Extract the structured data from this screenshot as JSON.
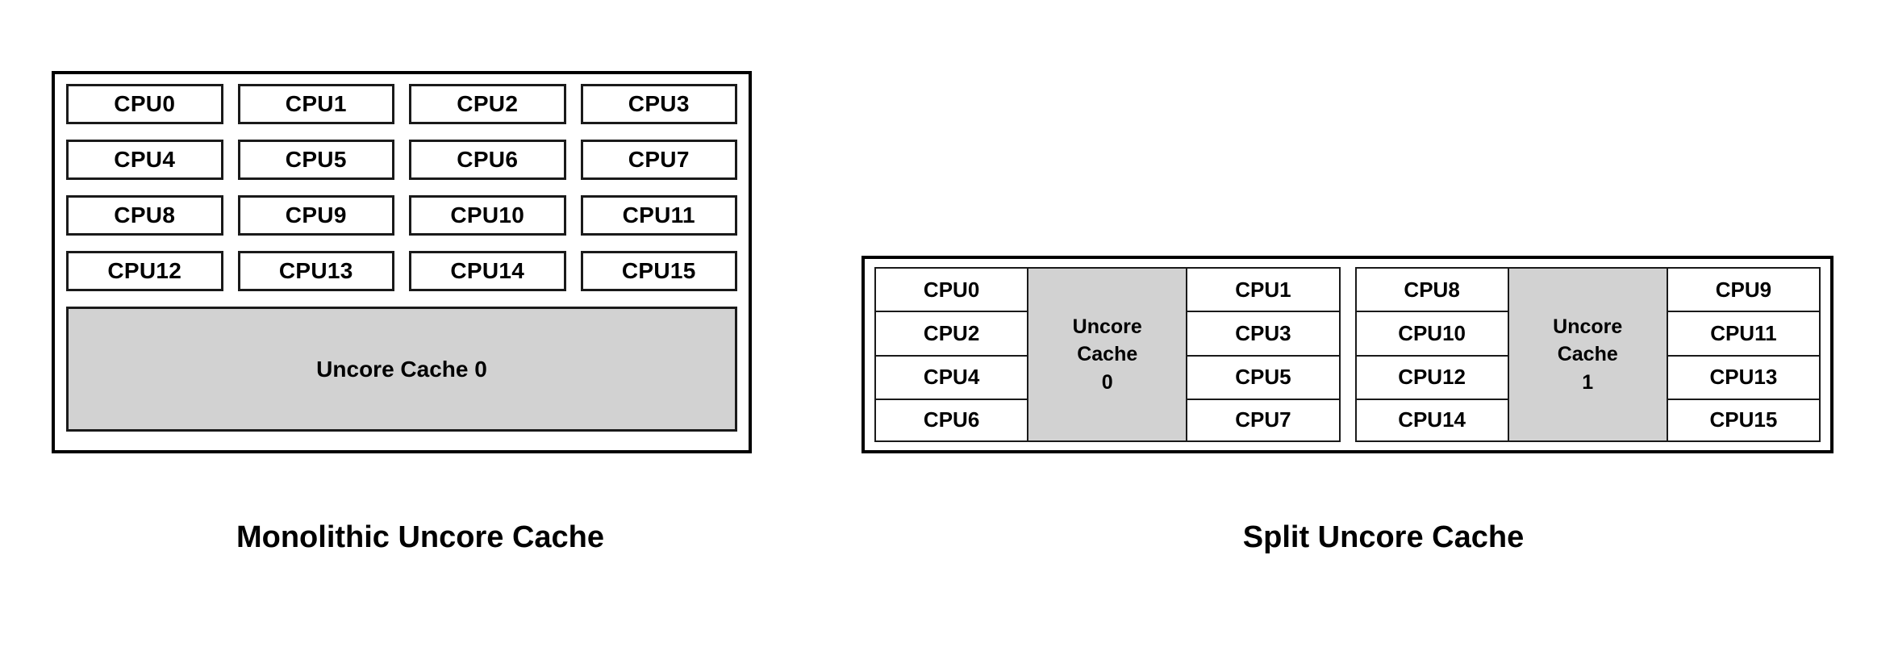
{
  "figures": {
    "monolithic": {
      "caption": "Monolithic Uncore Cache",
      "cpus": [
        "CPU0",
        "CPU1",
        "CPU2",
        "CPU3",
        "CPU4",
        "CPU5",
        "CPU6",
        "CPU7",
        "CPU8",
        "CPU9",
        "CPU10",
        "CPU11",
        "CPU12",
        "CPU13",
        "CPU14",
        "CPU15"
      ],
      "cache_label": "Uncore Cache 0"
    },
    "split": {
      "caption": "Split Uncore Cache",
      "clusters": [
        {
          "left_cpus": [
            "CPU0",
            "CPU2",
            "CPU4",
            "CPU6"
          ],
          "cache_lines": [
            "Uncore",
            "Cache",
            "0"
          ],
          "right_cpus": [
            "CPU1",
            "CPU3",
            "CPU5",
            "CPU7"
          ]
        },
        {
          "left_cpus": [
            "CPU8",
            "CPU10",
            "CPU12",
            "CPU14"
          ],
          "cache_lines": [
            "Uncore",
            "Cache",
            "1"
          ],
          "right_cpus": [
            "CPU9",
            "CPU11",
            "CPU13",
            "CPU15"
          ]
        }
      ]
    }
  },
  "colors": {
    "cache_fill": "#d2d2d2",
    "cpu_fill": "#ffffff",
    "stroke": "#1a1a1a",
    "outer_stroke": "#000000",
    "background": "#ffffff",
    "text": "#000000"
  }
}
